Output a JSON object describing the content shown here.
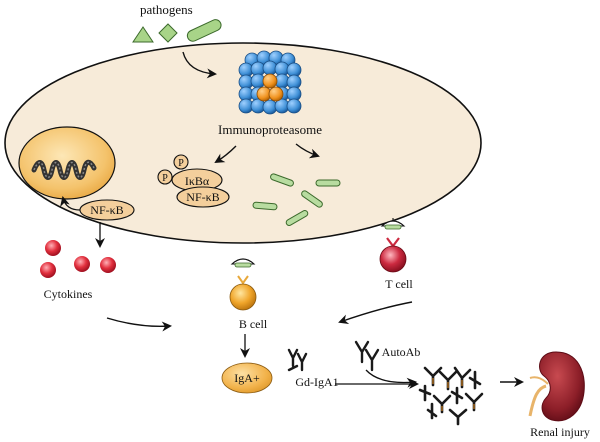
{
  "labels": {
    "pathogens": "pathogens",
    "immunoproteasome": "Immunoproteasome",
    "p1": "P",
    "p2": "P",
    "ikba": "IκBα",
    "nfkb_complex": "NF-κB",
    "nfkb_nucleus": "NF-κB",
    "cytokines": "Cytokines",
    "b_cell": "B cell",
    "t_cell": "T cell",
    "iga": "IgA+",
    "gd_iga1": "Gd-IgA1",
    "autoab": "AutoAb",
    "renal_injury": "Renal injury"
  },
  "colors": {
    "cell_fill": "#f7ebd9",
    "cell_stroke": "#111111",
    "proteasome_blue": "#3e8fd6",
    "proteasome_orange": "#f0921e",
    "nucleus_fill": "#f3c67a",
    "complex_fill": "#f4cf9c",
    "peptide_green": "#b8dca0",
    "cytokine_red": "#e0303c",
    "b_cell": "#f0a52a",
    "t_cell": "#c8283c",
    "kidney": "#8c1e28",
    "pathogen_green": "#a8d488"
  }
}
